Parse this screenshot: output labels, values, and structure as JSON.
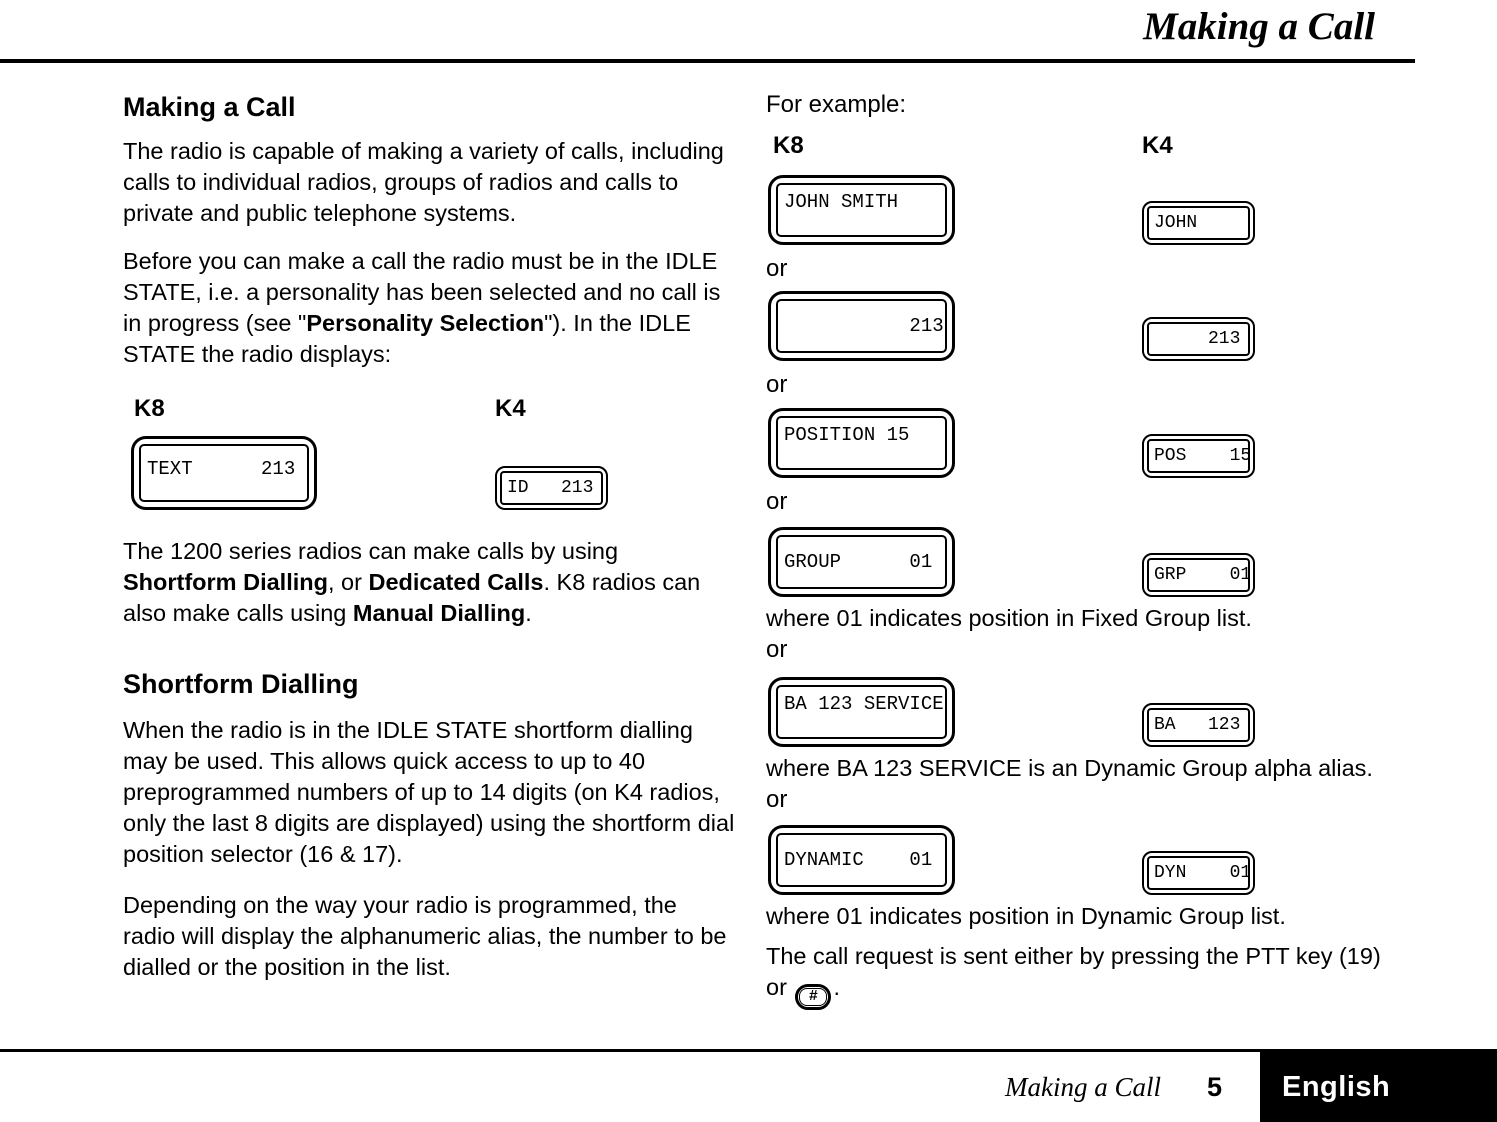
{
  "header": {
    "title": "Making a Call"
  },
  "left": {
    "heading": "Making a Call",
    "para1": "The radio is capable of making a variety of calls, including calls to individual radios, groups of radios and calls to private and public telephone systems.",
    "para2": {
      "t1": "Before you can make a call the radio must be in the IDLE STATE, i.e. a personality has been selected and no call is in progress (see \"",
      "b1": "Personality Selection",
      "t2": "\"). In the IDLE STATE the radio displays:"
    },
    "k8_label": "K8",
    "k4_label": "K4",
    "k8_display": "TEXT      213",
    "k4_display": "ID   213",
    "para3": {
      "t1": "The 1200 series radios can make calls by using ",
      "b1": "Shortform Dialling",
      "t2": ", or ",
      "b2": "Dedicated Calls",
      "t3": ". K8 radios can also make calls using ",
      "b3": "Manual Dialling",
      "t4": "."
    },
    "sub_heading": "Shortform Dialling",
    "para4": "When the radio is in the IDLE STATE shortform dialling may be used. This allows quick access to up to 40 preprogrammed numbers of up to 14 digits (on K4 radios, only the last 8 digits are displayed) using the shortform dial position selector (16 & 17).",
    "para5": "Depending on the way your radio is programmed, the radio will display the alphanumeric alias, the number to be dialled or the position in the list."
  },
  "right": {
    "intro": "For example:",
    "k8_label": "K8",
    "k4_label": "K4",
    "or_label": "or",
    "rows": [
      {
        "k8": "JOHN SMITH",
        "k4": "JOHN"
      },
      {
        "k8": "           213",
        "k4": "     213"
      },
      {
        "k8": "POSITION 15",
        "k4": "POS    15"
      },
      {
        "k8": "GROUP      01",
        "k4": "GRP    01"
      },
      {
        "k8": "BA 123 SERVICE",
        "k4": "BA   123"
      },
      {
        "k8": "DYNAMIC    01",
        "k4": "DYN    01"
      }
    ],
    "note_fixed": "where 01 indicates position in Fixed Group list.",
    "note_dynamic_alias": "where BA 123 SERVICE is an Dynamic Group alpha alias.",
    "note_dynamic": "where 01 indicates position in Dynamic Group list.",
    "closing": {
      "t1": "The call request is sent either by pressing the PTT key (19) or ",
      "hash": "#",
      "t2": "."
    }
  },
  "footer": {
    "chapter": "Making a Call",
    "page_number": "5",
    "language": "English"
  }
}
